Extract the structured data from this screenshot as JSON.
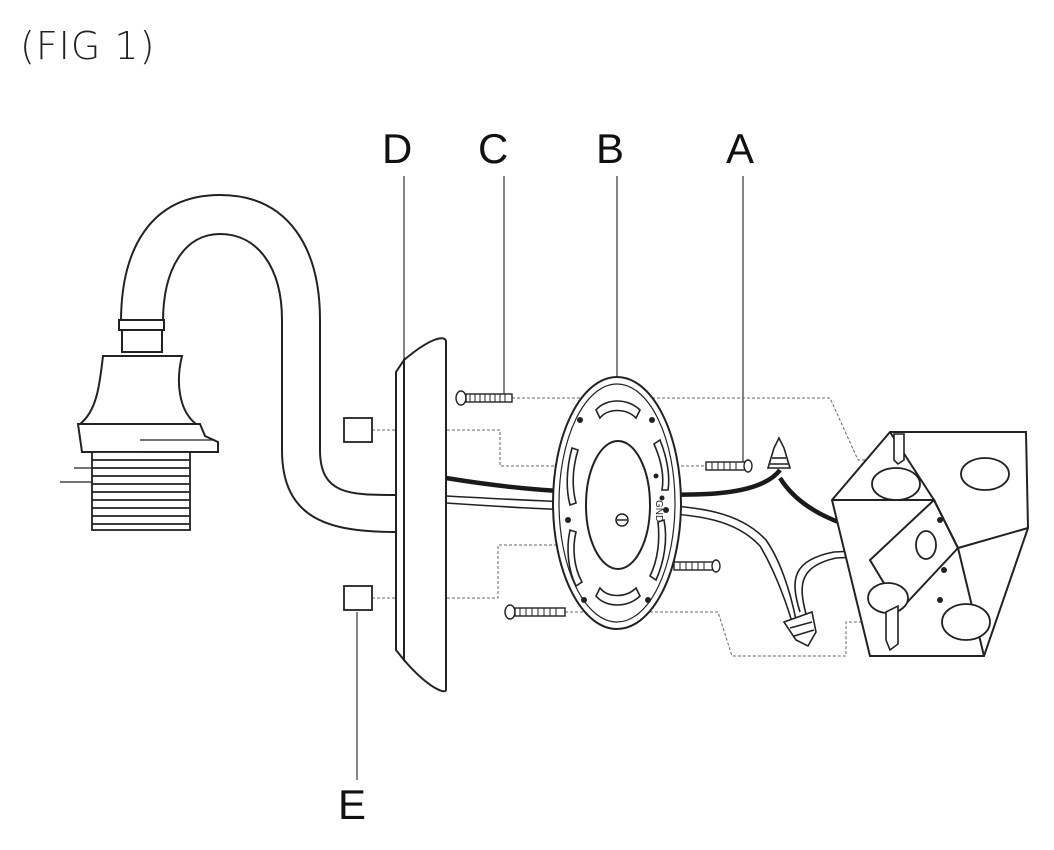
{
  "figure": {
    "title": "(FIG 1)"
  },
  "callouts": {
    "a": "A",
    "b": "B",
    "c": "C",
    "d": "D",
    "e": "E"
  },
  "plate_marking": "GND",
  "colors": {
    "ink": "#222222",
    "wire_black": "#1a1a1a",
    "background": "#ffffff",
    "leader": "#555555"
  }
}
